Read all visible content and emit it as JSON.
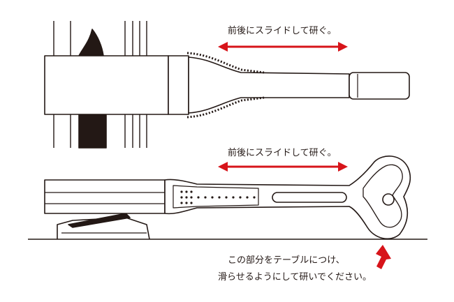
{
  "instructions": {
    "top_caption": "前後にスライドして研ぐ。",
    "middle_caption": "前後にスライドして研ぐ。",
    "bottom_note_line1": "この部分をテーブルにつけ、",
    "bottom_note_line2": "滑らせるようにして研いでください。"
  },
  "colors": {
    "line": "#231815",
    "arrow": "#d7141a",
    "fill": "#ffffff",
    "blade": "#231815"
  },
  "icons": {
    "top_arrow": "double-arrow-horizontal-icon",
    "middle_arrow": "double-arrow-horizontal-icon",
    "pointer_arrow": "arrow-up-right-icon"
  }
}
